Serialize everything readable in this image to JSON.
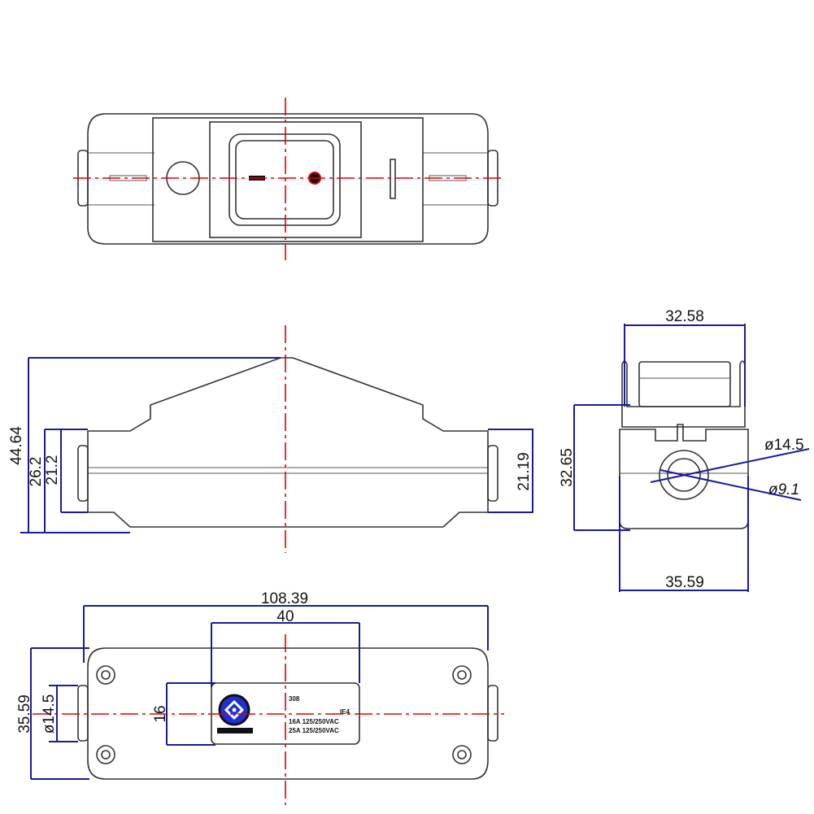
{
  "dimensions": {
    "side_height_total": "44.64",
    "side_height_outer": "26.2",
    "side_height_inner": "21.2",
    "side_height_right": "21.19",
    "end_top_width": "32.58",
    "end_height": "32.65",
    "end_bottom_width": "35.59",
    "end_outer_diameter": "ø14.5",
    "end_inner_diameter": "ø9.1",
    "bottom_length": "108.39",
    "label_width": "40",
    "label_height": "16",
    "bottom_width": "35.59",
    "bottom_cable_diameter": "ø14.5"
  },
  "label_plate": {
    "model": "308",
    "code": "IE4",
    "rating_1": "16A 125/250VAC",
    "rating_2": "25A 125/250VAC"
  },
  "colors": {
    "dimension": "#1a1a9a",
    "centerline": "#e00000",
    "logo": "#1f2fd6"
  }
}
